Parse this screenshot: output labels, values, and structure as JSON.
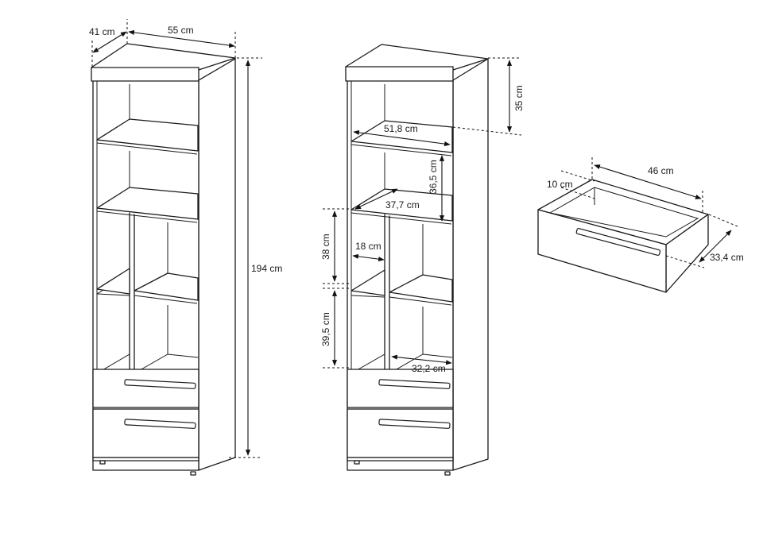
{
  "cabinet_left": {
    "depth_label": "41 cm",
    "width_label": "55 cm",
    "height_label": "194 cm"
  },
  "cabinet_right": {
    "top_gap_label": "35 cm",
    "inner_width_label": "51,8 cm",
    "upper_shelf_height_label": "36,5 cm",
    "shelf_depth_label": "37,7 cm",
    "middle_height_label": "38 cm",
    "divider_width_label": "18 cm",
    "lower_height_label": "39,5 cm",
    "compartment_width_label": "32,2 cm"
  },
  "drawer": {
    "width_label": "46 cm",
    "height_label": "10 cm",
    "depth_label": "33,4 cm"
  }
}
